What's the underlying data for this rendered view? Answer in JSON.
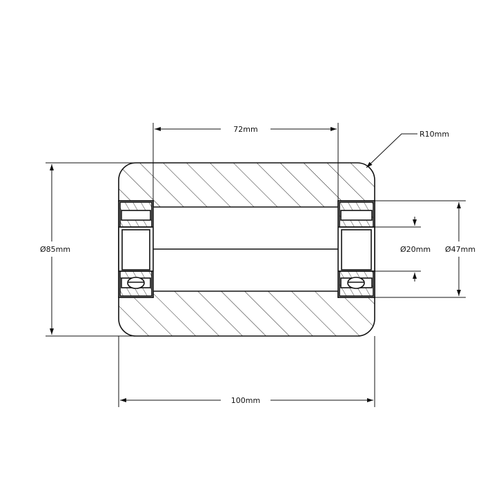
{
  "dimensions": {
    "length_inner": "72mm",
    "radius": "R10mm",
    "outer_diameter": "Ø85mm",
    "bore_diameter": "Ø20mm",
    "bearing_diameter": "Ø47mm",
    "length_overall": "100mm"
  },
  "colors": {
    "line": "#111111",
    "background": "#ffffff"
  }
}
